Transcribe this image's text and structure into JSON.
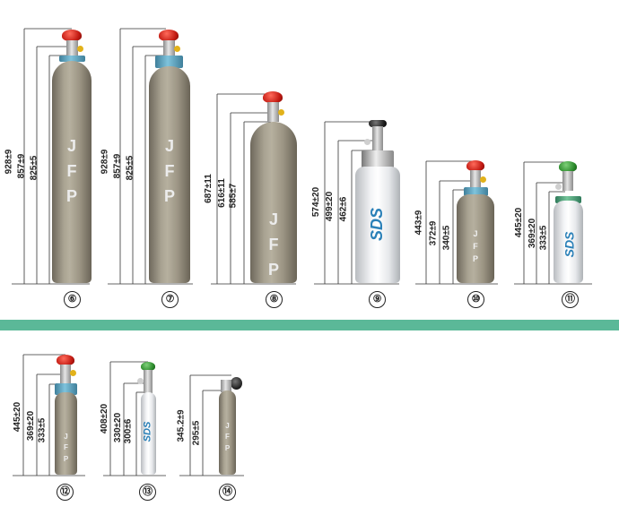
{
  "cylinders": [
    {
      "label": "⑥",
      "dims": [
        "928±9",
        "857±9",
        "825±5"
      ],
      "body": "gray",
      "letters": "J F P",
      "collar": "blue",
      "knob": "red"
    },
    {
      "label": "⑦",
      "dims": [
        "928±9",
        "857±9",
        "825±5"
      ],
      "body": "gray",
      "letters": "J F P",
      "collar": "blue",
      "knob": "red"
    },
    {
      "label": "⑧",
      "dims": [
        "687±11",
        "616±11",
        "585±7"
      ],
      "body": "gray",
      "letters": "J F P",
      "collar": "none",
      "knob": "red"
    },
    {
      "label": "⑨",
      "dims": [
        "574±20",
        "499±20",
        "462±6"
      ],
      "body": "white",
      "brand": "SDS",
      "collar": "chrome",
      "knob": "black"
    },
    {
      "label": "⑩",
      "dims": [
        "443±9",
        "372±9",
        "340±5"
      ],
      "body": "gray",
      "letters": "J F P",
      "collar": "blue",
      "knob": "red"
    },
    {
      "label": "⑪",
      "dims": [
        "445±20",
        "369±20",
        "333±5"
      ],
      "body": "white",
      "brand": "SDS",
      "collar": "green",
      "knob": "green"
    },
    {
      "label": "⑫",
      "dims": [
        "445±20",
        "369±20",
        "333±5"
      ],
      "body": "gray",
      "letters": "J F P",
      "collar": "blue",
      "knob": "red"
    },
    {
      "label": "⑬",
      "dims": [
        "408±20",
        "330±20",
        "300±6"
      ],
      "body": "white",
      "brand": "SDS",
      "collar": "none",
      "knob": "green"
    },
    {
      "label": "⑭",
      "dims": [
        "345.2±9",
        "295±5"
      ],
      "body": "gray",
      "letters": "J F P",
      "collar": "none",
      "knob": "black"
    }
  ],
  "colors": {
    "divider": "#5bb898",
    "cylinder_gray": "#a9a392",
    "collar_blue": "#5aa6c4",
    "valve_red": "#c21a12",
    "sds_blue": "#2a80b8"
  }
}
